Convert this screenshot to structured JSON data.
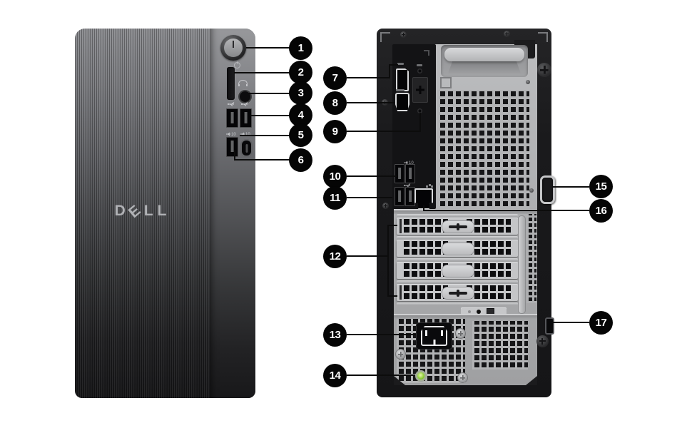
{
  "brand": {
    "logo_letters": [
      "D",
      "E",
      "L",
      "L"
    ]
  },
  "colors": {
    "callout_bg": "#050505",
    "callout_text": "#ffffff",
    "chassis_silver": "#b0b1b3",
    "chassis_black": "#1d1d1f",
    "psu_led_green": "#8fce3a"
  },
  "callouts": [
    {
      "label": "1",
      "target": "power-button"
    },
    {
      "label": "2",
      "target": "sd-card-reader"
    },
    {
      "label": "3",
      "target": "headset-jack"
    },
    {
      "label": "4",
      "target": "front-usb-a-ports"
    },
    {
      "label": "5",
      "target": "front-usb-10gbps-ports"
    },
    {
      "label": "6",
      "target": "front-usb-c-port"
    },
    {
      "label": "7",
      "target": "displayport"
    },
    {
      "label": "8",
      "target": "hdmi-port"
    },
    {
      "label": "9",
      "target": "optional-port"
    },
    {
      "label": "10",
      "target": "rear-usb-a-ports-top-row"
    },
    {
      "label": "11",
      "target": "rear-usb-a-ports-bottom-row"
    },
    {
      "label": "12",
      "target": "expansion-card-slots"
    },
    {
      "label": "13",
      "target": "power-connector"
    },
    {
      "label": "14",
      "target": "psu-diagnostic-light"
    },
    {
      "label": "15",
      "target": "padlock-ring"
    },
    {
      "label": "16",
      "target": "ethernet-port"
    },
    {
      "label": "17",
      "target": "security-lock-slot"
    }
  ]
}
